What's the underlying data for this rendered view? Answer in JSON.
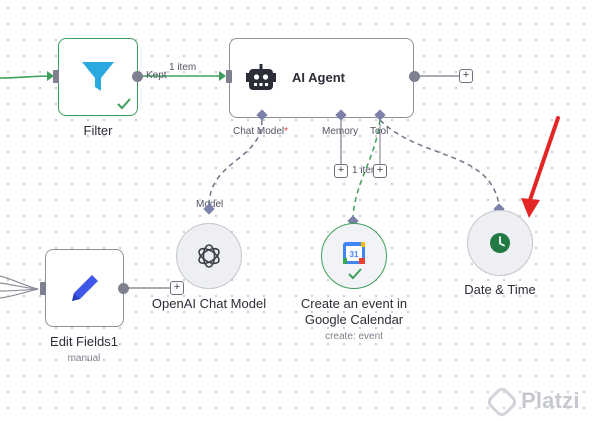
{
  "nodes": {
    "filter": {
      "label": "Filter"
    },
    "ai_agent": {
      "label": "AI Agent"
    },
    "edit_fields": {
      "label": "Edit Fields1",
      "subtitle": "manual"
    },
    "openai": {
      "label": "OpenAI Chat Model"
    },
    "gcal": {
      "label_line1": "Create an event in",
      "label_line2": "Google Calendar",
      "subtitle": "create: event",
      "calendar_day": "31"
    },
    "datetime": {
      "label": "Date & Time"
    }
  },
  "connections": {
    "filter_output_label": "Kept",
    "filter_to_agent_items": "1 item",
    "tool_items": "1 item"
  },
  "ports": {
    "chat_model": "Chat Model",
    "chat_model_required": "*",
    "memory": "Memory",
    "tool": "Tool",
    "model": "Model"
  },
  "add_glyph": "+",
  "watermark": {
    "text": "Platzi"
  },
  "colors": {
    "success": "#3d9f5b",
    "filter_blue": "#29a9e0",
    "pencil_blue": "#3f57e6",
    "clock_green": "#217a43",
    "arrow_red": "#e32525",
    "port_diamond": "#7b81a8"
  },
  "icons": [
    "filter-icon",
    "robot-icon",
    "pencil-icon",
    "openai-icon",
    "google-calendar-icon",
    "clock-icon",
    "check-icon",
    "arrow-annotation"
  ]
}
